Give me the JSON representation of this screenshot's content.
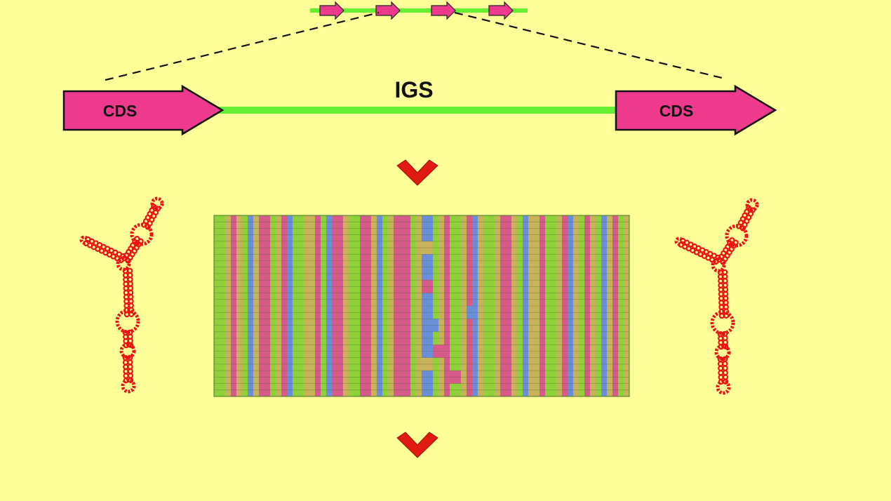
{
  "diagram": {
    "left_cds_label": "CDS",
    "right_cds_label": "CDS",
    "intergenic_label": "IGS"
  },
  "colors": {
    "background": "#FFFF99",
    "cds_fill": "#EE3A8C",
    "igs_line": "#66EE33",
    "chevron": "#E01A10",
    "rna_structure": "#EE1111",
    "alignment_columns": [
      "#8FD13A",
      "#C8B25A",
      "#D65A8A",
      "#6A8FD8"
    ]
  },
  "icons": {
    "down_chevron_top": "chevron-down-icon",
    "down_chevron_bottom": "chevron-down-icon",
    "rna_left": "rna-secondary-structure-icon",
    "rna_right": "rna-secondary-structure-icon"
  }
}
